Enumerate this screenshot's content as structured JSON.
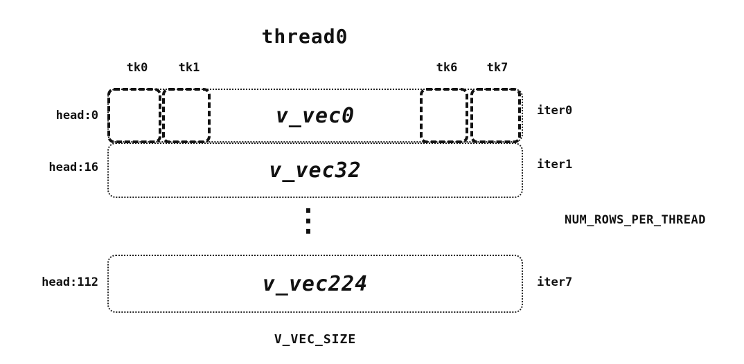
{
  "title": "thread0",
  "tk_labels": [
    "tk0",
    "tk1",
    "tk6",
    "tk7"
  ],
  "rows": [
    {
      "head": "head:0",
      "vec": "v_vec0",
      "iter": "iter0"
    },
    {
      "head": "head:16",
      "vec": "v_vec32",
      "iter": "iter1"
    },
    {
      "head": "head:112",
      "vec": "v_vec224",
      "iter": "iter7"
    }
  ],
  "ellipsis": "⋮",
  "right_label": "NUM_ROWS_PER_THREAD",
  "bottom_label": "V_VEC_SIZE",
  "colors": {
    "ink": "#111111",
    "background": "#ffffff"
  }
}
